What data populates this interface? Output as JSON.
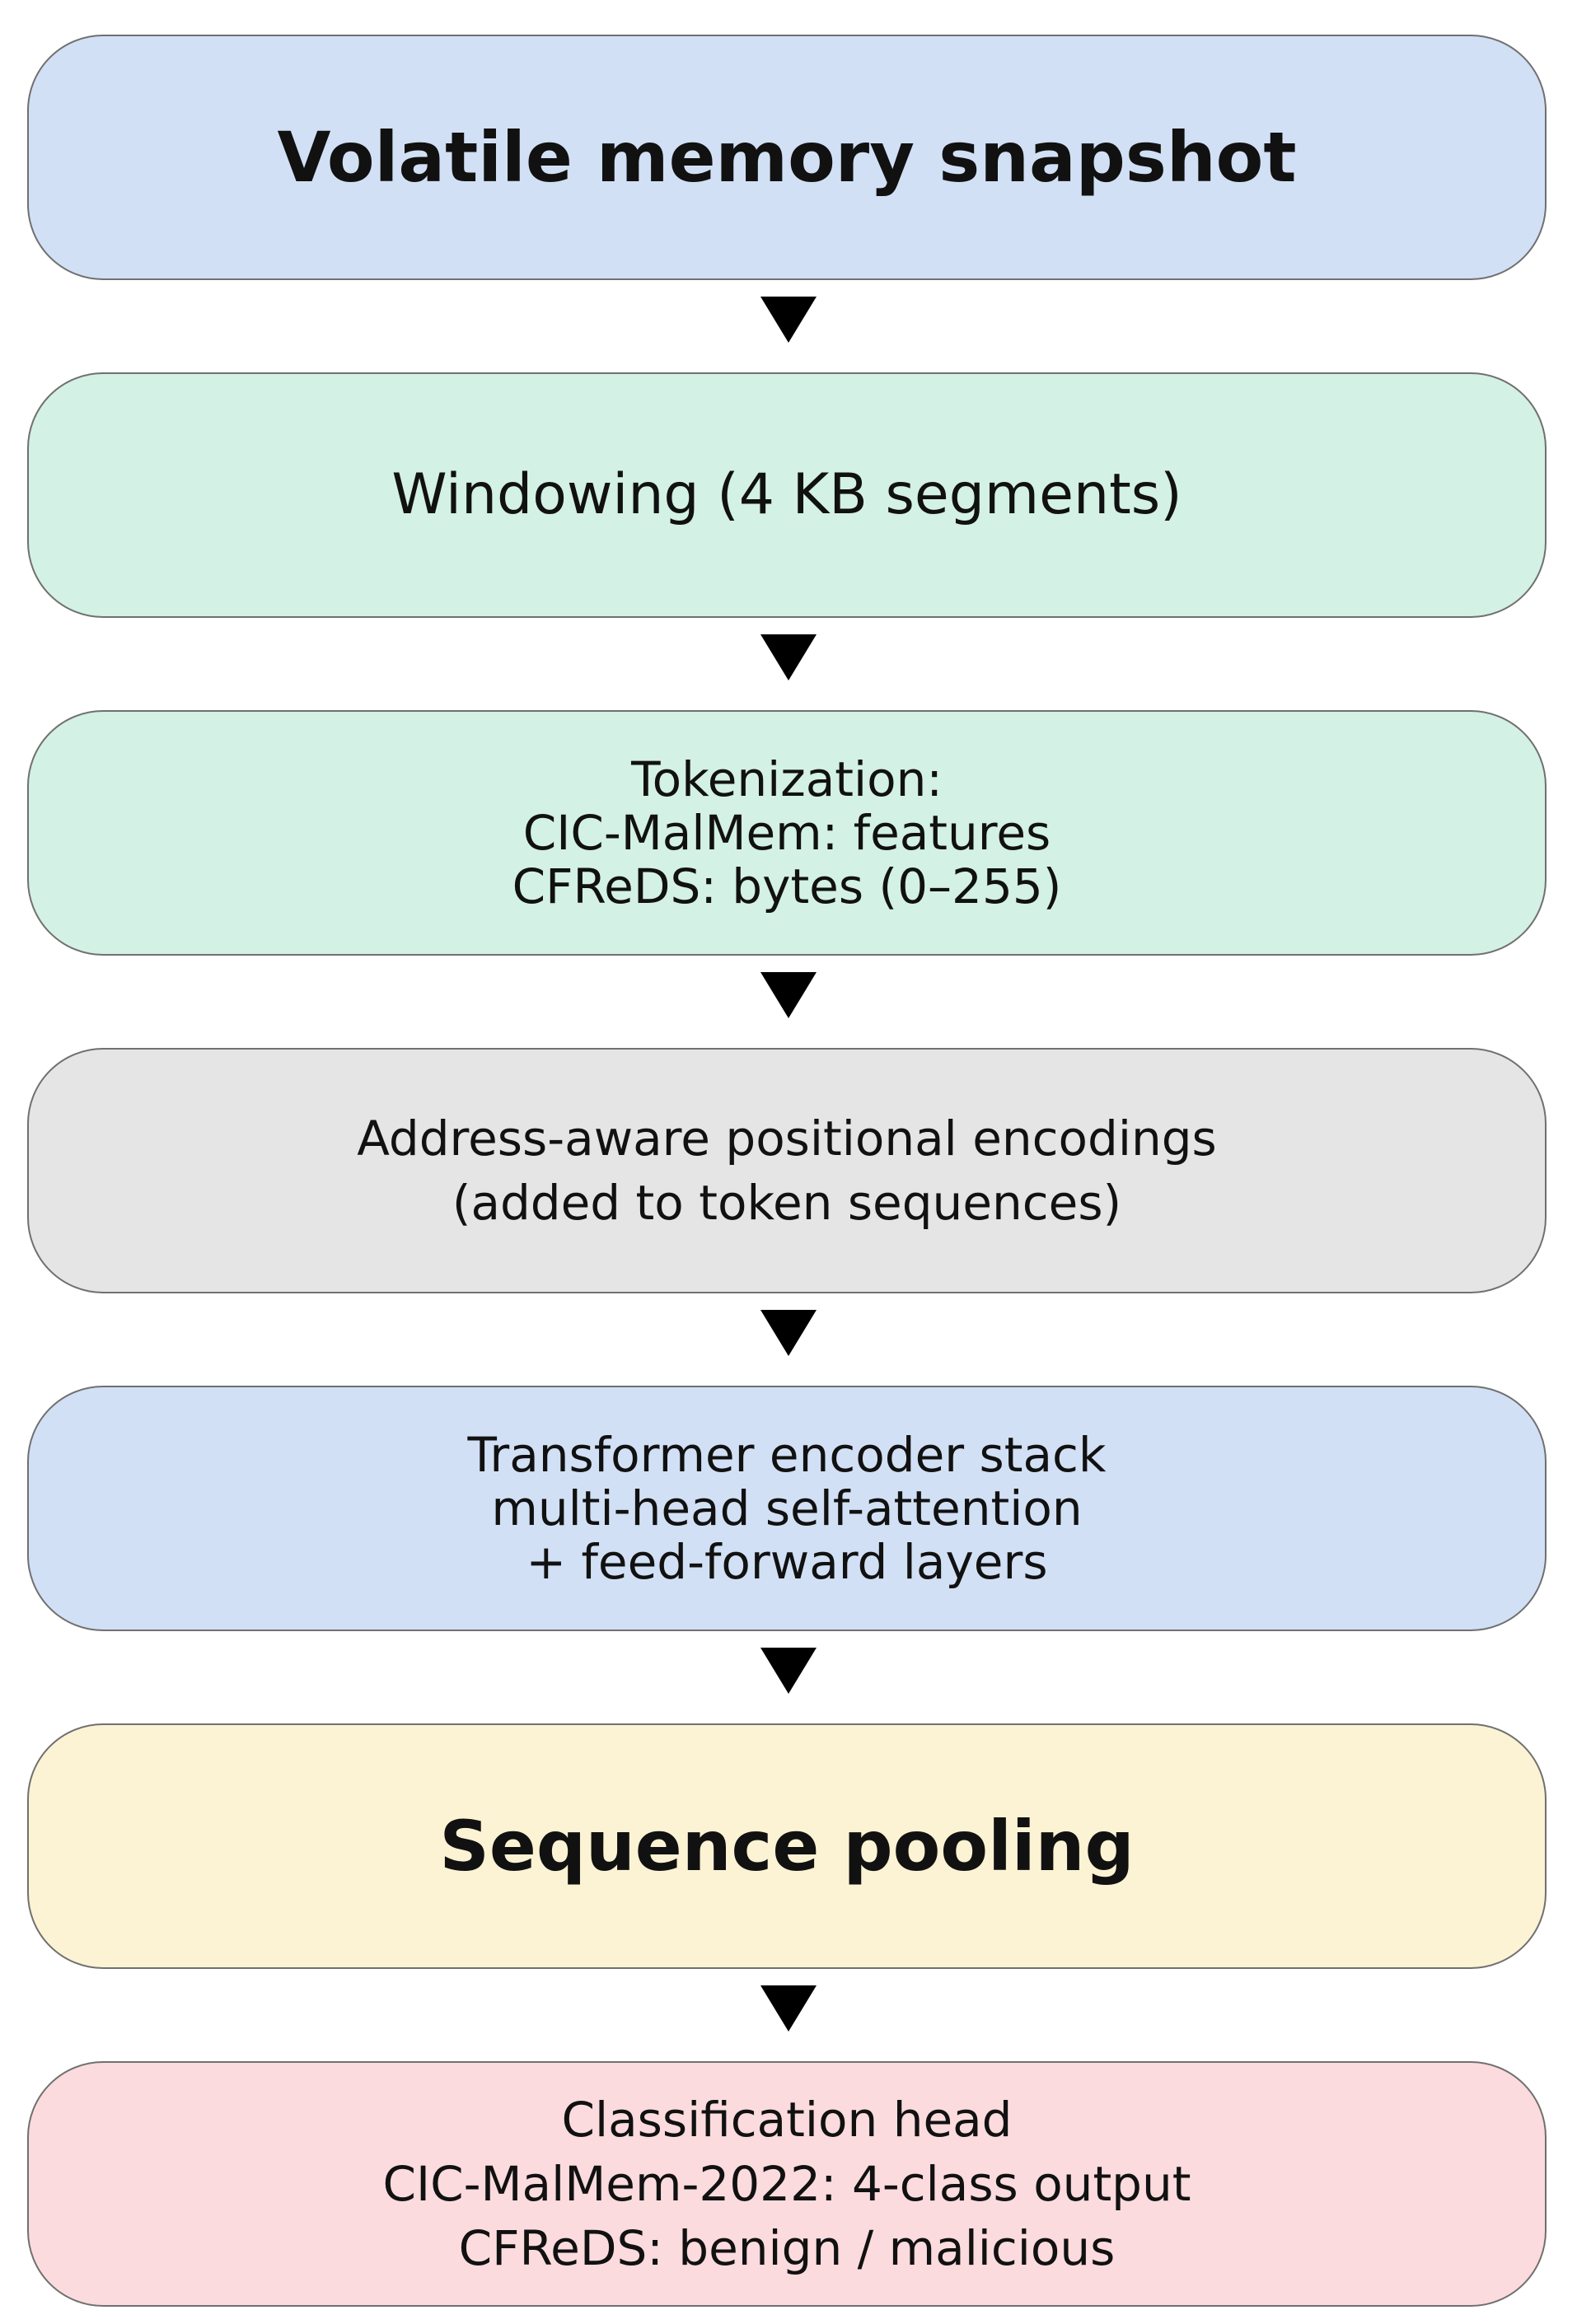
{
  "steps": [
    {
      "id": "snapshot",
      "lines": [
        "Volatile memory snapshot"
      ],
      "fill": "#d2e0f5"
    },
    {
      "id": "windowing",
      "lines": [
        "Windowing (4 KB segments)"
      ],
      "fill": "#d3f1e4"
    },
    {
      "id": "tokenization",
      "lines": [
        "Tokenization:",
        "CIC-MalMem: features",
        "CFReDS: bytes (0–255)"
      ],
      "fill": "#d3f1e4"
    },
    {
      "id": "positional",
      "lines": [
        "Address-aware positional encodings",
        "(added to token sequences)"
      ],
      "fill": "#e5e5e5"
    },
    {
      "id": "transformer",
      "lines": [
        "Transformer encoder stack",
        "multi-head self-attention",
        "+ feed-forward layers"
      ],
      "fill": "#d2e0f5"
    },
    {
      "id": "pooling",
      "lines": [
        "Sequence pooling"
      ],
      "fill": "#fbf3d3"
    },
    {
      "id": "classification",
      "lines": [
        "Classification head",
        "CIC-MalMem-2022: 4-class output",
        "CFReDS: benign / malicious"
      ],
      "fill": "#fbdbde"
    }
  ],
  "colors": {
    "border": "#707070",
    "arrow": "#000000",
    "text": "#111111"
  }
}
